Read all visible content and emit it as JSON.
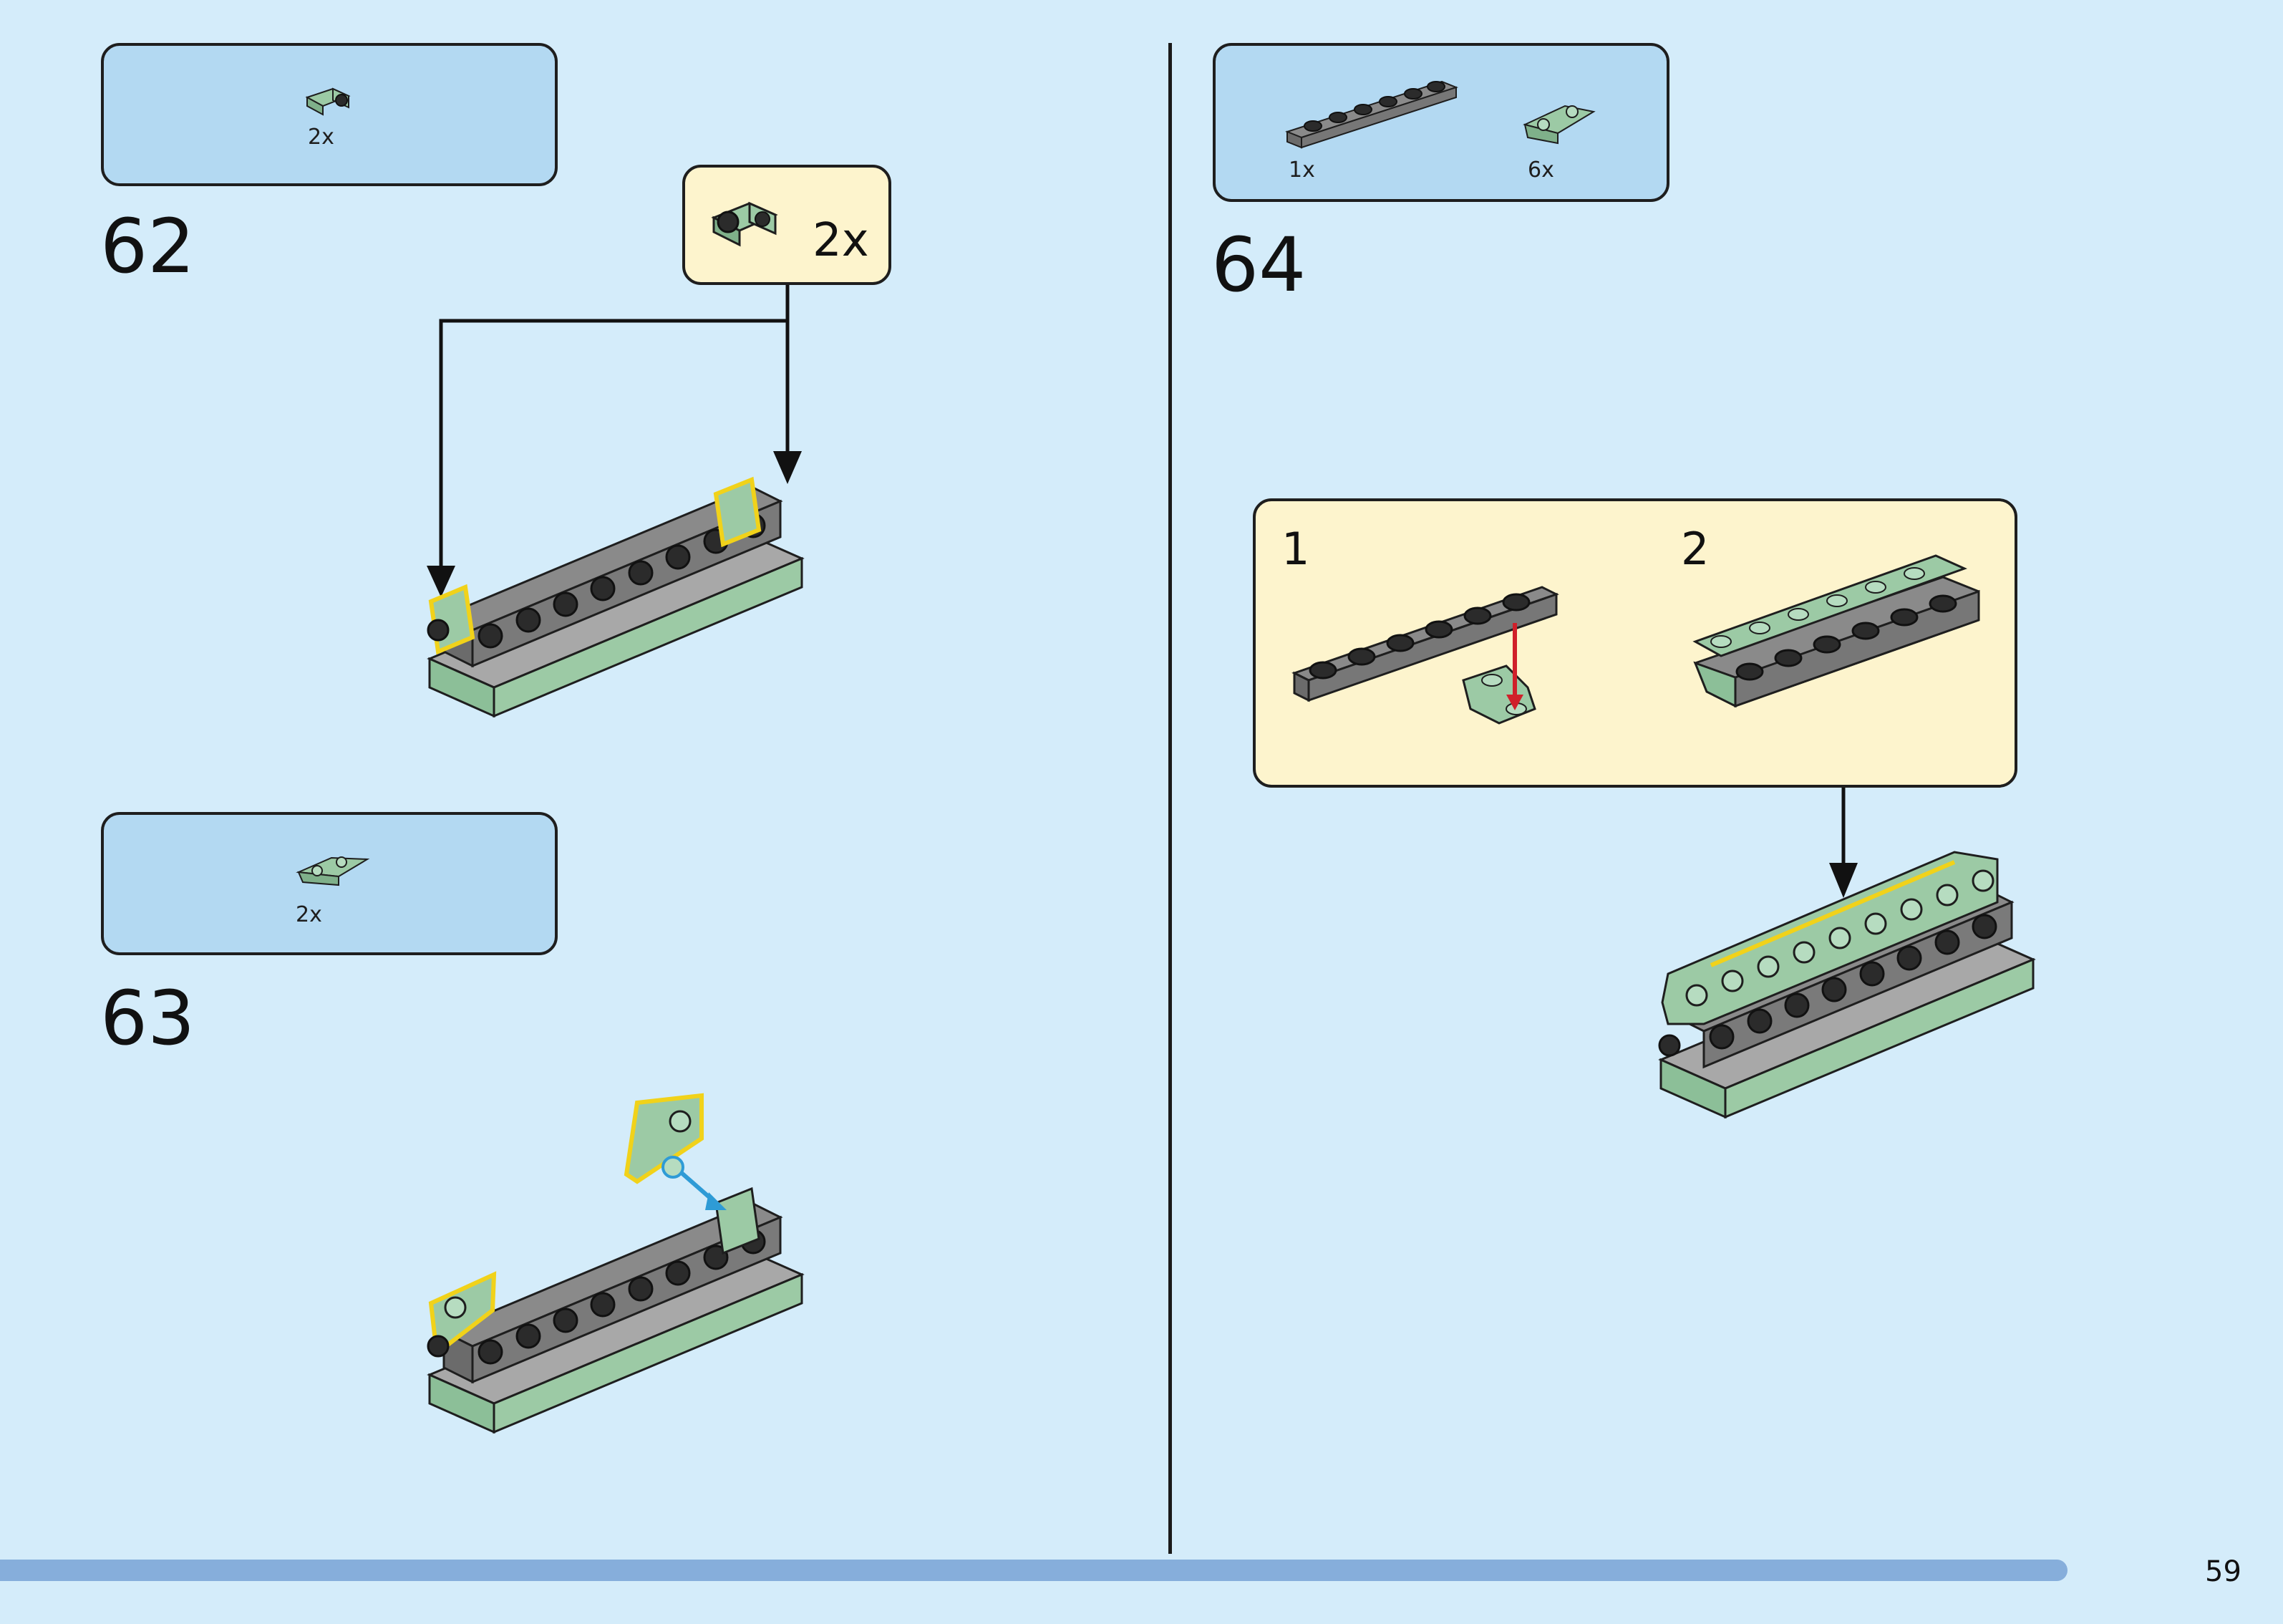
{
  "steps": {
    "s62": {
      "number": "62",
      "parts": [
        {
          "qty": "2x",
          "icon": "jumper-bracket-icon"
        }
      ],
      "callout_qty": "2x"
    },
    "s63": {
      "number": "63",
      "parts": [
        {
          "qty": "2x",
          "icon": "inverted-slope-icon"
        }
      ]
    },
    "s64": {
      "number": "64",
      "parts": [
        {
          "qty": "1x",
          "icon": "plate-1x6-icon"
        },
        {
          "qty": "6x",
          "icon": "inverted-slope-icon"
        }
      ],
      "substeps": [
        "1",
        "2"
      ]
    }
  },
  "progress": {
    "fraction": 0.95
  },
  "page_number": "59",
  "colors": {
    "background": "#d4ecfa",
    "parts_box": "#b3d9f2",
    "callout": "#fdf4cd",
    "sand_green": "#9ccaa5",
    "dark_gray": "#6b6b6b",
    "light_gray": "#a8a8a8",
    "highlight": "#f1d21a",
    "arrow_blue": "#2e9bd6",
    "arrow_red": "#d0202a",
    "progress": "#86aedb"
  }
}
